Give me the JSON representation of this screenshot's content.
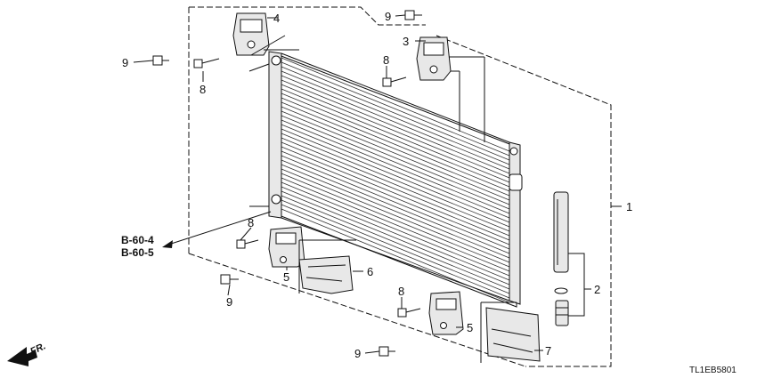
{
  "callouts": {
    "c1": "1",
    "c2": "2",
    "c3": "3",
    "c4": "4",
    "c5a": "5",
    "c5b": "5",
    "c6": "6",
    "c7": "7",
    "c8a": "8",
    "c8b": "8",
    "c8c": "8",
    "c8d": "8",
    "c9a": "9",
    "c9b": "9",
    "c9c": "9",
    "c9d": "9"
  },
  "references": {
    "ref1": "B-60-4",
    "ref2": "B-60-5"
  },
  "front_indicator": "FR.",
  "diagram_code": "TL1EB5801"
}
